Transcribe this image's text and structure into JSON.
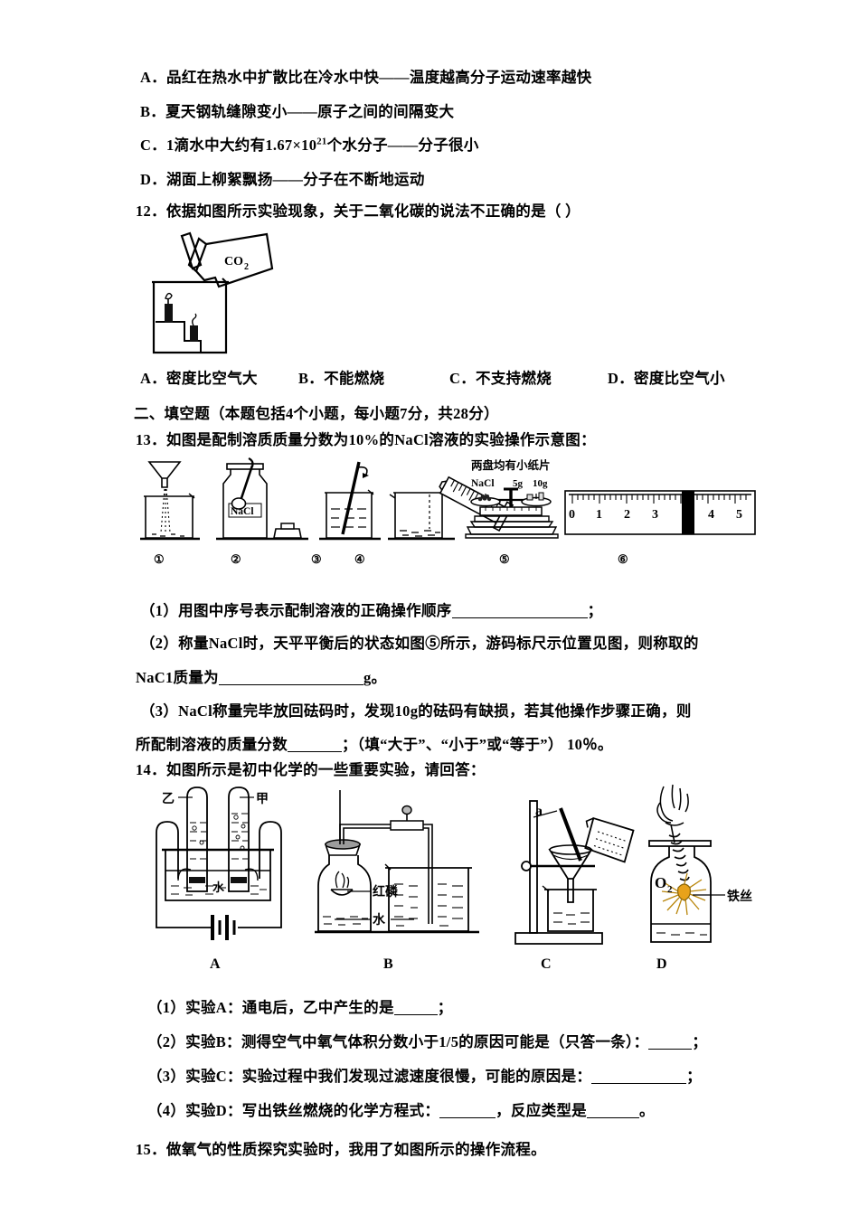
{
  "q11_options": [
    {
      "letter": "A．",
      "text": "品红在热水中扩散比在冷水中快——温度越高分子运动速率越快"
    },
    {
      "letter": "B．",
      "text": "夏天钢轨缝隙变小——原子之间的间隔变大"
    },
    {
      "letter": "C．",
      "pre": "1滴水中大约有1.67×10",
      "sup": "21",
      "post": "个水分子——分子很小"
    },
    {
      "letter": "D．",
      "text": "湖面上柳絮飘扬——分子在不断地运动"
    }
  ],
  "q12": {
    "stem": "12．依据如图所示实验现象，关于二氧化碳的说法不正确的是（  ）",
    "figure_label": "CO₂",
    "options": [
      {
        "letter": "A．",
        "text": "密度比空气大"
      },
      {
        "letter": "B．",
        "text": "不能燃烧"
      },
      {
        "letter": "C．",
        "text": "不支持燃烧"
      },
      {
        "letter": "D．",
        "text": "密度比空气小"
      }
    ]
  },
  "section2": {
    "heading": "二、填空题（本题包括4个小题，每小题7分，共28分）"
  },
  "q13": {
    "stem": "13．如图是配制溶质质量分数为10%的NaCl溶液的实验操作示意图：",
    "figure_labels": [
      "①",
      "②",
      "③",
      "④",
      "⑤",
      "⑥"
    ],
    "bottle_label": "NaCl",
    "balance_note": "两盘均有小纸片",
    "balance_sample": "NaCl",
    "weights": [
      "5g",
      "10g"
    ],
    "ruler_ticks": [
      "0",
      "1",
      "2",
      "3",
      "4",
      "5"
    ],
    "parts": [
      {
        "num": "（1）",
        "text": "用图中序号表示配制溶液的正确操作顺序",
        "blank": 150,
        "tail": "；"
      },
      {
        "num": "（2）",
        "text": "称量NaCl时，天平平衡后的状态如图⑤所示，游码标尺示位置见图，则称取的"
      },
      {
        "num": "",
        "text": "NaC1质量为",
        "blank": 160,
        "tail": "g。"
      },
      {
        "num": "（3）",
        "text": "NaCl称量完毕放回砝码时，发现10g的砝码有缺损，若其他操作步骤正确，则"
      },
      {
        "num": "",
        "text": "所配制溶液的质量分数",
        "blank": 60,
        "tail": "；（填“大于”、“小于”或“等于”）  10％。"
      }
    ]
  },
  "q14": {
    "stem": "14．如图所示是初中化学的一些重要实验，请回答：",
    "figure_labels": [
      "A",
      "B",
      "C",
      "D"
    ],
    "a_labels": {
      "left_tube": "乙",
      "right_tube": "甲",
      "water": "水"
    },
    "b_labels": {
      "phosphorus": "红磷",
      "water": "水"
    },
    "c_labels": {
      "rod": "a"
    },
    "d_labels": {
      "gas": "O",
      "gas_sub": "2",
      "wire": "铁丝"
    },
    "parts": [
      {
        "num": "（1）",
        "text": "实验A：通电后，乙中产生的是",
        "blank": 48,
        "tail": "；"
      },
      {
        "num": "（2）",
        "text": "实验B：测得空气中氧气体积分数小于1/5的原因可能是（只答一条）：",
        "blank": 48,
        "tail": "；"
      },
      {
        "num": "（3）",
        "text": "实验C：实验过程中我们发现过滤速度很慢，可能的原因是：",
        "blank": 105,
        "tail": "；"
      },
      {
        "num": "（4）",
        "text": "实验D：写出铁丝燃烧的化学方程式：",
        "blank": 62,
        "mid": "，反应类型是",
        "blank2": 58,
        "tail": "。"
      }
    ]
  },
  "q15": {
    "stem": "15．做氧气的性质探究实验时，我用了如图所示的操作流程。"
  }
}
